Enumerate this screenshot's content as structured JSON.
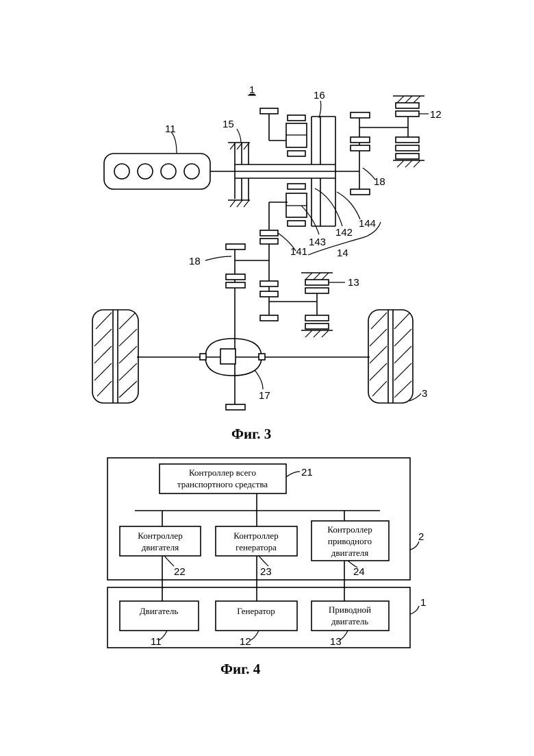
{
  "fig3": {
    "caption": "Фиг. 3",
    "labels": {
      "system": "1",
      "engine": "11",
      "generator": "12",
      "drive_motor": "13",
      "planetary": "14",
      "clutch": "15",
      "gear16": "16",
      "differential": "17",
      "shaft_upper": "18",
      "shaft_lower": "18",
      "wheel": "3",
      "p141": "141",
      "p142": "142",
      "p143": "143",
      "p144": "144"
    }
  },
  "fig4": {
    "caption": "Фиг. 4",
    "vehicle_controller": {
      "line1": "Контроллер всего",
      "line2": "транспортного средства",
      "ref": "21"
    },
    "engine_controller": {
      "line1": "Контроллер",
      "line2": "двигателя",
      "ref": "22"
    },
    "generator_controller": {
      "line1": "Контроллер",
      "line2": "генератора",
      "ref": "23"
    },
    "drive_motor_controller": {
      "line1": "Контроллер",
      "line2": "приводного",
      "line3": "двигателя",
      "ref": "24"
    },
    "engine": {
      "label": "Двигатель",
      "ref": "11"
    },
    "generator": {
      "label": "Генератор",
      "ref": "12"
    },
    "drive_motor": {
      "line1": "Приводной",
      "line2": "двигатель",
      "ref": "13"
    },
    "control_system_ref": "2",
    "power_system_ref": "1"
  }
}
